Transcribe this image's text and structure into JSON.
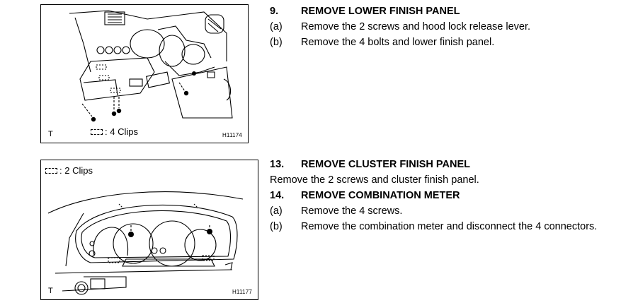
{
  "figure1": {
    "letter": "T",
    "code": "H11174",
    "clip_label": ": 4 Clips"
  },
  "figure2": {
    "letter": "T",
    "code": "H11177",
    "clip_label": ": 2 Clips"
  },
  "step9": {
    "number": "9.",
    "title": "REMOVE LOWER FINISH PANEL",
    "items": [
      {
        "label": "(a)",
        "text": "Remove the 2 screws and hood lock release lever."
      },
      {
        "label": "(b)",
        "text": "Remove the 4 bolts and lower finish panel."
      }
    ]
  },
  "step13": {
    "number": "13.",
    "title": "REMOVE CLUSTER FINISH PANEL",
    "text": "Remove the 2 screws and cluster finish panel."
  },
  "step14": {
    "number": "14.",
    "title": "REMOVE COMBINATION METER",
    "items": [
      {
        "label": "(a)",
        "text": "Remove the 4 screws."
      },
      {
        "label": "(b)",
        "text": "Remove the combination meter and disconnect the 4 connectors."
      }
    ]
  }
}
